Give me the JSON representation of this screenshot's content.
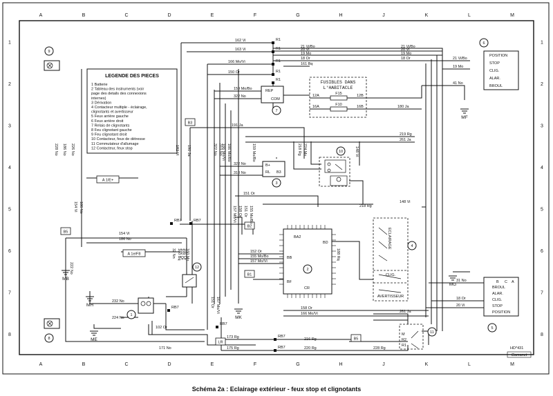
{
  "caption": "Schéma 2a : Eclairage extérieur - feux stop et clignotants",
  "grid": {
    "columns": [
      "A",
      "B",
      "C",
      "D",
      "E",
      "F",
      "G",
      "H",
      "J",
      "K",
      "L",
      "M"
    ],
    "rows": [
      "1",
      "2",
      "3",
      "4",
      "5",
      "6",
      "7",
      "8"
    ]
  },
  "legend": {
    "title": "LEGENDE DES PIECES",
    "items": [
      "1 Batterie",
      "2 Tableau des instruments (voir",
      "   page des details des connexions",
      "   internes)",
      "3 Dérivation",
      "4 Contacteur multiple - éclairage,",
      "   clignotants et avertisseur",
      "5 Feux arrière gauche",
      "6 Feux arrière droit",
      "7 Relais de clignotants",
      "8 Feu clignotant gauche",
      "9 Feu clignotant droit",
      "10 Contacteur, feux de détresse",
      "11 Commutateur d'allumage",
      "12 Contacteur, feux stop"
    ]
  },
  "fuse_box": {
    "title_line1": "FUSIBLES DANS",
    "title_line2": "L'HABITACLE",
    "f15": "F15",
    "f10": "F10",
    "pin12a": "12A",
    "pin12b": "12B",
    "pin16a": "16A",
    "pin16b": "16B"
  },
  "components": {
    "c1": "1",
    "c2": "2",
    "c3": "3",
    "c4": "4",
    "c5": "5",
    "c6": "6",
    "c7": "7",
    "c8": "8",
    "c9": "9",
    "c10": "10",
    "c11": "11",
    "c12": "12",
    "relay_rep": "REP",
    "relay_com": "COM",
    "deriv_b": "B+",
    "deriv_rl": "RL",
    "deriv_b3": "B3",
    "panel_ba2": "BA2",
    "panel_bb": "BB",
    "panel_bd": "BD",
    "panel_bf": "BF",
    "panel_cr": "CR",
    "switch_eclairage": "ECLAIRAGE",
    "switch_clig": "CLIG.",
    "switch_avert": "AVERTISSEUR",
    "rear_right": [
      "POSITION",
      "STOP",
      "CLIG.",
      "ALAR.",
      "BROUL"
    ],
    "rear_left": [
      "BROUL",
      "ALAR.",
      "CLIG.",
      "STOP",
      "POSITION"
    ],
    "rear_left_head": [
      "B",
      "C",
      "A"
    ],
    "ign_labels": [
      "AC",
      "M",
      "R2",
      "R1"
    ]
  },
  "grounds": [
    "MF",
    "MG",
    "MB",
    "MH",
    "ME",
    "MK"
  ],
  "connectors": [
    "B3",
    "B5",
    "B2",
    "B1",
    "LR",
    "B5",
    "A 1/E+",
    "A 1e/F8"
  ],
  "markers": [
    "R1",
    "R1",
    "R1",
    "R1",
    "R1",
    "RB7",
    "RB7",
    "RB7",
    "RB7",
    "RB7",
    "RB7"
  ],
  "wires": {
    "top": [
      "162 Vi",
      "163 Vi",
      "166 Mo/Vi",
      "150 Or",
      "21 Vi/Bo",
      "20 Vi",
      "19 Mo",
      "18 Or",
      "161 Bq",
      "21 Vi/Bo",
      "20 Vi",
      "19 Mo",
      "18 Or",
      "21 Vi/Bo",
      "19 Mo",
      "41 No"
    ],
    "mid": [
      "159 Mo/Bo",
      "322 No",
      "180 Ja",
      "191 Ja",
      "219 Rg",
      "261 Ja",
      "322 No",
      "310 No",
      "151 Or",
      "148 Vi",
      "154 Vi",
      "186 No",
      "218 Rg"
    ],
    "low": [
      "152 Or",
      "155 Mo/Bo",
      "157 Mo/Vi",
      "158 Or",
      "166 Mo/Vi",
      "18 Or",
      "261 Ja",
      "20 Vi",
      "31 No",
      "232 No",
      "224 No",
      "102 Or",
      "171 No",
      "173 Rg",
      "175 Rg",
      "216 Rg",
      "220 Rg",
      "228 Rg",
      "222 No"
    ],
    "vertical": [
      "228 No",
      "186 No",
      "226 No",
      "154 Vi",
      "186 No",
      "182 Vi",
      "191 Ja",
      "322 No",
      "310 No",
      "166 Mo/Vi",
      "166 Mo/Bo",
      "157 Mo/Vi",
      "158 Or",
      "151 Or",
      "155 Mo/Bo",
      "159 Mo/Bo",
      "218 Rg",
      "224 Mo",
      "148 Vi",
      "102 Or",
      "160 Bq",
      "166 Or",
      "160 Mo",
      "151 Or",
      "167 Mo/Vi",
      "188 Rq",
      "32 Nn"
    ]
  },
  "ref": "HD*431",
  "signature": "Gamanet"
}
